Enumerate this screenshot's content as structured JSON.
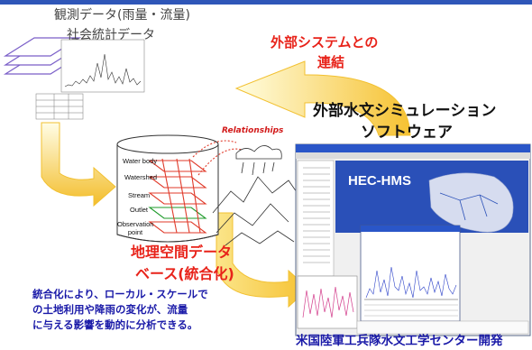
{
  "labels": {
    "observed_line1": "観測データ(雨量・流量)",
    "observed_line2": "社会統計データ",
    "external_line1": "外部システムとの",
    "external_line2": "連結",
    "simulation_line1": "外部水文シミュレーション",
    "simulation_line2": "ソフトウェア",
    "gis_line1": "地理空間データ",
    "gis_line2": "ベース(統合化)",
    "description_lines": [
      "統合化により、ローカル・スケールで",
      "の土地利用や降雨の変化が、流量",
      "に与える影響を動的に分析できる。"
    ],
    "corps_label": "米国陸軍工兵隊水文工学センター開発"
  },
  "database": {
    "relationships_label": "Relationships",
    "layers": [
      "Water body",
      "Watershed",
      "Stream",
      "Outlet",
      "Observation point"
    ]
  },
  "hec_hms": {
    "title": "HEC-HMS"
  },
  "colors": {
    "arrow": "#f7c436",
    "accent_red": "#e8231a",
    "text_blue": "#1a1aa8",
    "window_blue": "#2a50b8"
  }
}
